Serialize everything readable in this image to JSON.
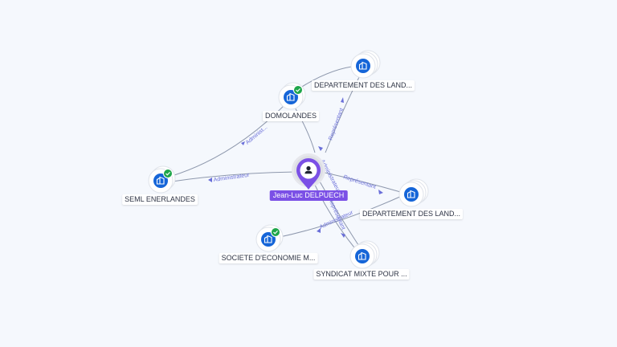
{
  "colors": {
    "background": "#f5f8fd",
    "company_icon": "#1565d8",
    "verified": "#1fa64a",
    "person": "#7b50e6",
    "edge": "#8e98ad",
    "edge_label": "#6a6fd9"
  },
  "center": {
    "name": "Jean-Luc DELPUECH",
    "icon": "person-icon"
  },
  "nodes": [
    {
      "id": "dep1",
      "label": "DEPARTEMENT DES LAND...",
      "icon": "building-icon",
      "verified": false,
      "stacked": true
    },
    {
      "id": "domo",
      "label": "DOMOLANDES",
      "icon": "building-icon",
      "verified": true,
      "stacked": false
    },
    {
      "id": "seml",
      "label": "SEML ENERLANDES",
      "icon": "building-icon",
      "verified": true,
      "stacked": false
    },
    {
      "id": "dep2",
      "label": "DEPARTEMENT DES LAND...",
      "icon": "building-icon",
      "verified": false,
      "stacked": true
    },
    {
      "id": "soc",
      "label": "SOCIETE D'ECONOMIE M...",
      "icon": "building-icon",
      "verified": true,
      "stacked": false
    },
    {
      "id": "synd",
      "label": "SYNDICAT MIXTE POUR ...",
      "icon": "building-icon",
      "verified": false,
      "stacked": true
    }
  ],
  "edges": [
    {
      "from": "center",
      "to": "dep1",
      "label": "Représentant"
    },
    {
      "from": "center",
      "to": "domo",
      "label": ""
    },
    {
      "from": "domo",
      "to": "dep1",
      "label": ""
    },
    {
      "from": "seml",
      "to": "domo",
      "label": "Administ..."
    },
    {
      "from": "center",
      "to": "seml",
      "label": "Administrateur"
    },
    {
      "from": "center",
      "to": "dep2",
      "label": "Représentant"
    },
    {
      "from": "soc",
      "to": "dep2",
      "label": "Administrateur"
    },
    {
      "from": "center",
      "to": "synd",
      "label": "Administrateur"
    },
    {
      "from": "center",
      "to": "synd",
      "label": "Représentant"
    }
  ]
}
